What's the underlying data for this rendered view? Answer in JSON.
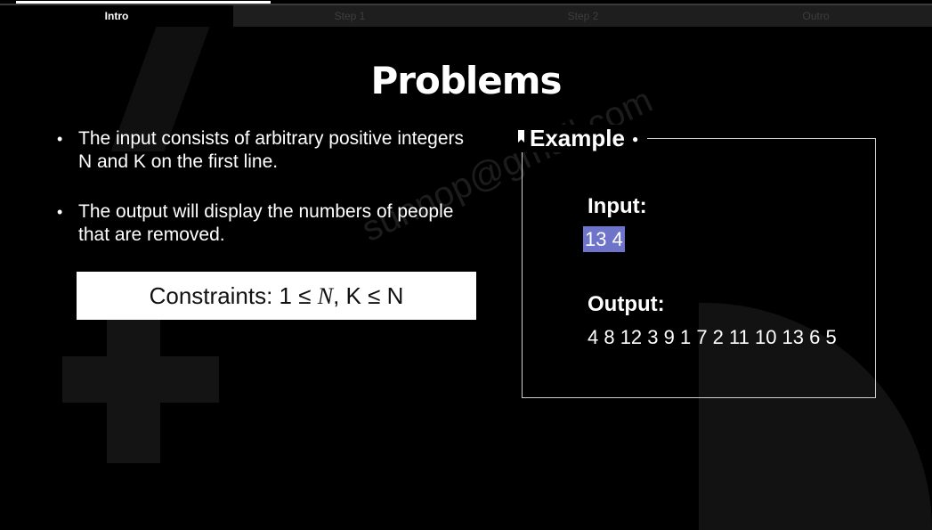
{
  "tabs": [
    {
      "label": "Intro",
      "active": true
    },
    {
      "label": "Step 1",
      "active": false
    },
    {
      "label": "Step 2",
      "active": false
    },
    {
      "label": "Outro",
      "active": false
    }
  ],
  "title": "Problems",
  "bullets": [
    "The input consists of arbitrary positive integers N and K on the first line.",
    "The output will display the numbers of people that are removed."
  ],
  "constraints": {
    "prefix": "Constraints: 1 ≤ ",
    "var_n": "N",
    "suffix": ", K ≤ N"
  },
  "example": {
    "label": "Example",
    "input_label": "Input:",
    "input_value": "13 4",
    "output_label": "Output:",
    "output_value": "4 8 12 3 9 1 7 2 11 10 13 6 5"
  },
  "watermark": "sunnop@gmail.com"
}
